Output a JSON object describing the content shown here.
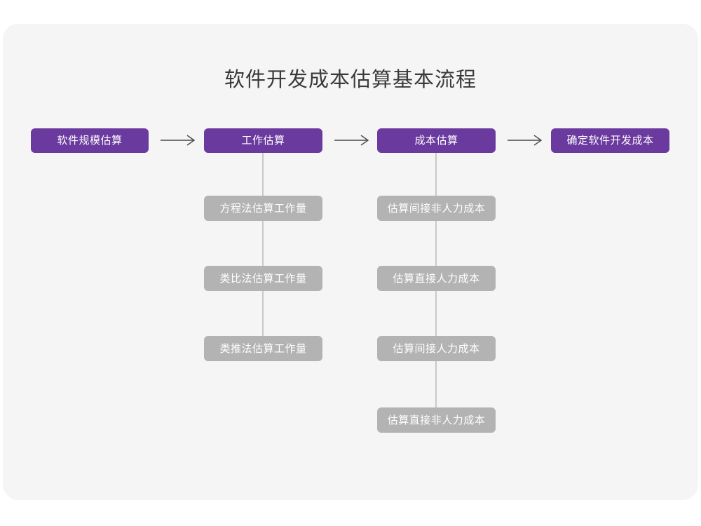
{
  "card": {
    "background_color": "#f5f5f5",
    "page_background_color": "#ffffff"
  },
  "header": {
    "title": "软件开发成本估算基本流程"
  },
  "palette": {
    "primary": "#6b3a9e",
    "secondary": "#b3b3b3",
    "connector": "#c9c9c9",
    "title_text": "#3a3a3a",
    "node_text": "#ffffff"
  },
  "flow": {
    "main_steps": [
      {
        "label": "软件规模估算"
      },
      {
        "label": "工作估算"
      },
      {
        "label": "成本估算"
      },
      {
        "label": "确定软件开发成本"
      }
    ],
    "connectors": [
      {
        "name": "arrow-1",
        "glyph": "⟶"
      },
      {
        "name": "arrow-2",
        "glyph": "⟶"
      },
      {
        "name": "arrow-3",
        "glyph": "⟶"
      }
    ],
    "branches": [
      {
        "parent": "工作估算",
        "items": [
          {
            "label": "方程法估算工作量"
          },
          {
            "label": "类比法估算工作量"
          },
          {
            "label": "类推法估算工作量"
          }
        ]
      },
      {
        "parent": "成本估算",
        "items": [
          {
            "label": "估算间接非人力成本"
          },
          {
            "label": "估算直接人力成本"
          },
          {
            "label": "估算间接人力成本"
          },
          {
            "label": "估算直接非人力成本"
          }
        ]
      }
    ]
  }
}
